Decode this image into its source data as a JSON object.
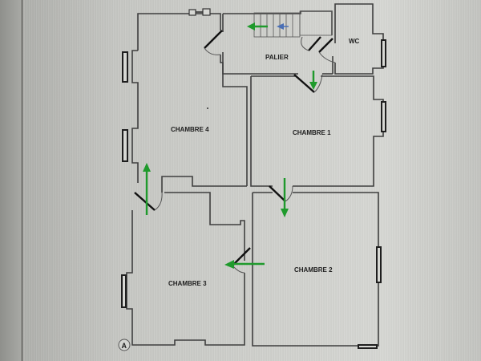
{
  "floorplan": {
    "rooms": [
      {
        "id": "chambre4",
        "label": "CHAMBRE 4"
      },
      {
        "id": "chambre1",
        "label": "CHAMBRE 1"
      },
      {
        "id": "chambre2",
        "label": "CHAMBRE 2"
      },
      {
        "id": "chambre3",
        "label": "CHAMBRE 3"
      },
      {
        "id": "palier",
        "label": "PALIER"
      },
      {
        "id": "wc",
        "label": "WC"
      }
    ],
    "compass": {
      "label": "A"
    },
    "colors": {
      "wall": "#3f3f3f",
      "door": "#111111",
      "arrow_green": "#1f9a2c",
      "arrow_blue": "#4a6fb5",
      "background": "#cfd0cc"
    }
  }
}
